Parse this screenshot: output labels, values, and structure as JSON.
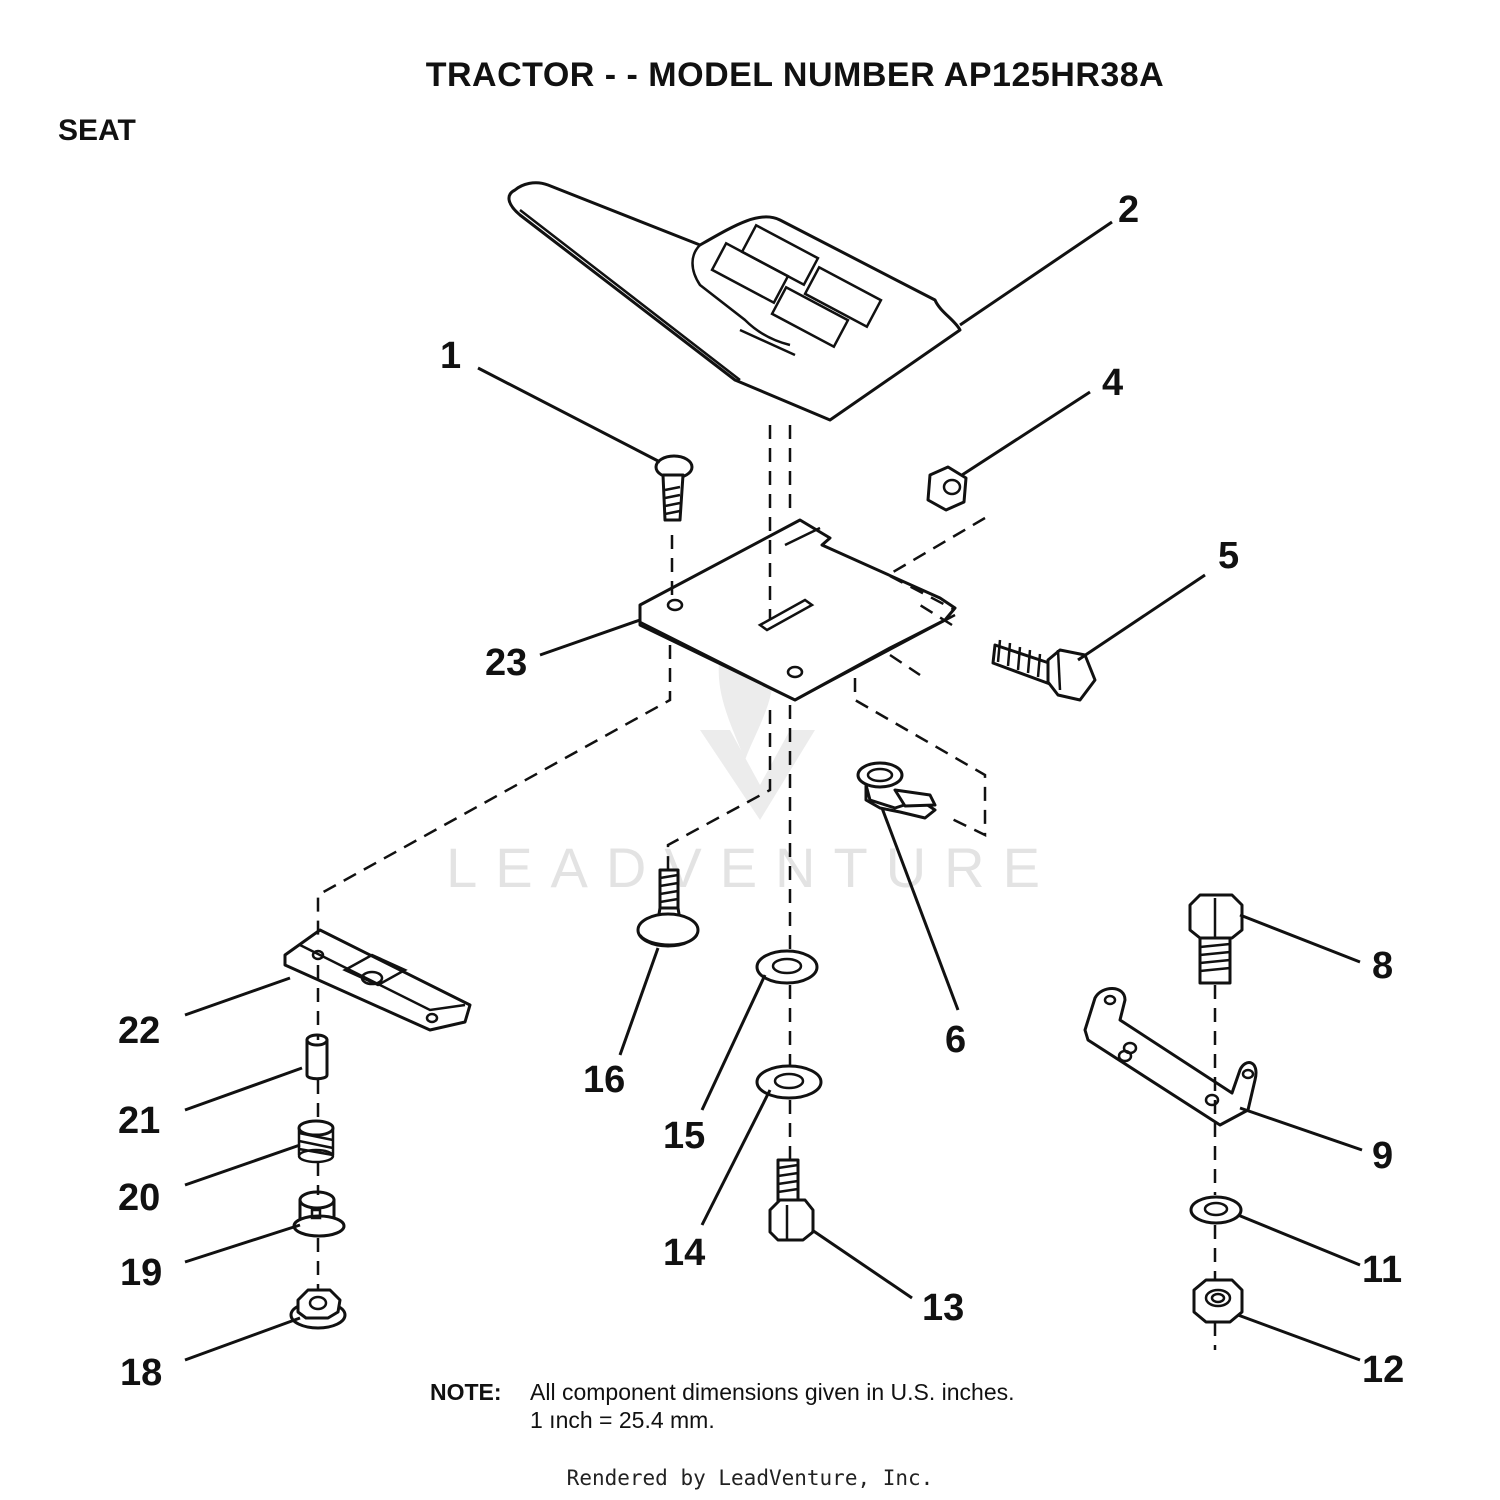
{
  "title": "TRACTOR - - MODEL NUMBER AP125HR38A",
  "section": "SEAT",
  "watermark": "LEADVENTURE",
  "callouts": [
    "1",
    "2",
    "4",
    "5",
    "6",
    "8",
    "9",
    "11",
    "12",
    "13",
    "14",
    "15",
    "16",
    "18",
    "19",
    "20",
    "21",
    "22",
    "23"
  ],
  "note": {
    "label": "NOTE:",
    "line1": "All component dimensions given in U.S. inches.",
    "line2": "1 ınch = 25.4 mm."
  },
  "footer": "Rendered by LeadVenture, Inc."
}
